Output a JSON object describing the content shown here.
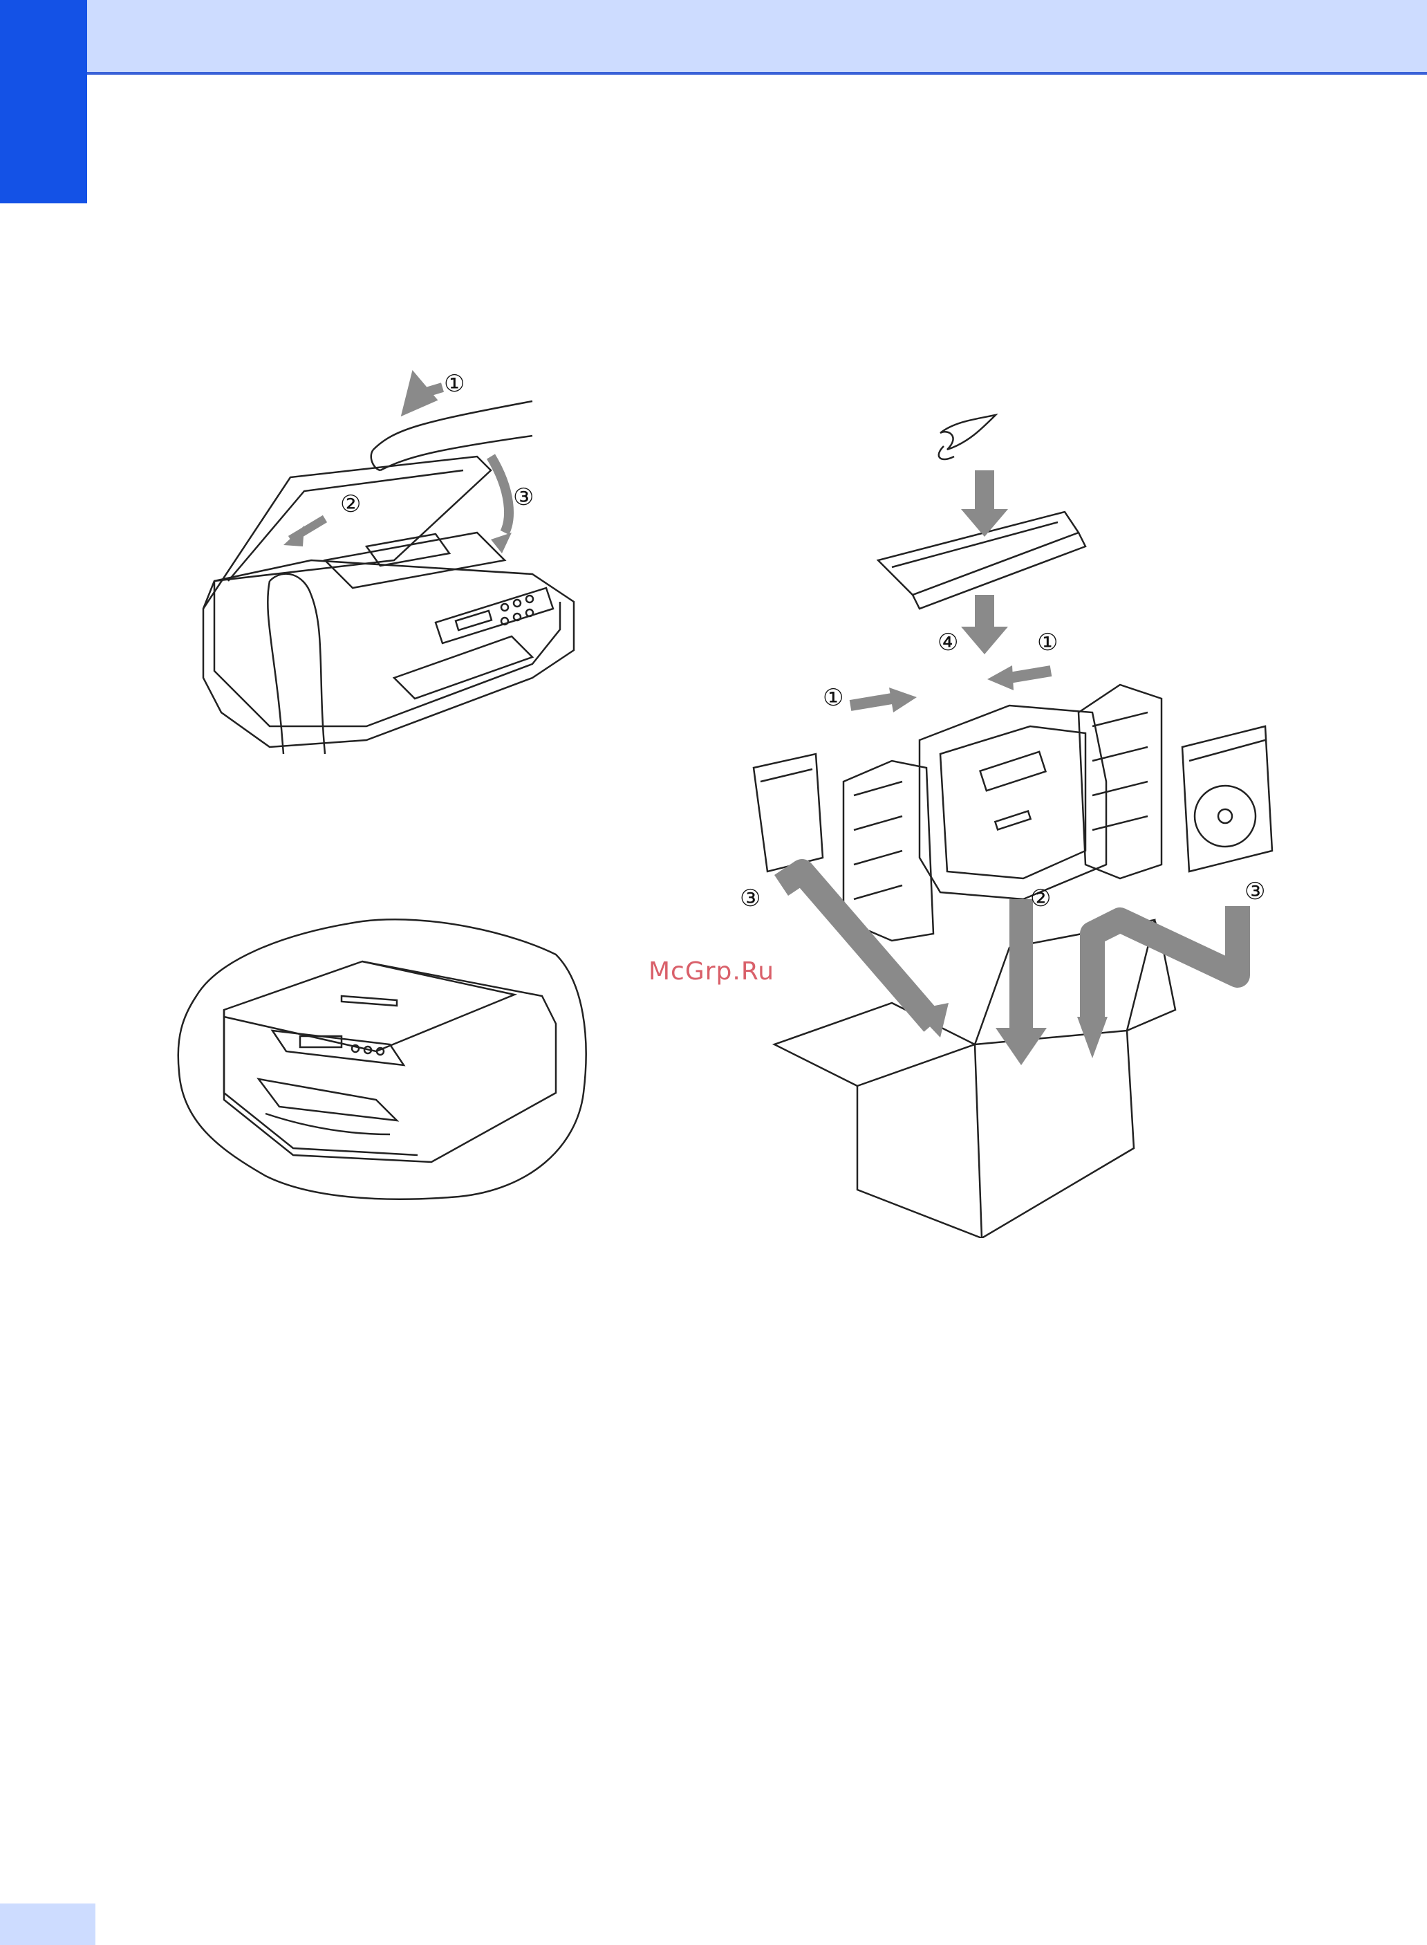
{
  "header": {
    "accent_color": "#1452e6",
    "band_color": "#cddcff"
  },
  "watermark": {
    "text": "McGrp.Ru"
  },
  "figure_open_scanner": {
    "step_labels": [
      "①",
      "②",
      "③"
    ]
  },
  "figure_packed_unit": {},
  "figure_packing": {
    "step_labels": [
      "④",
      "①",
      "①",
      "③",
      "②",
      "③"
    ]
  }
}
